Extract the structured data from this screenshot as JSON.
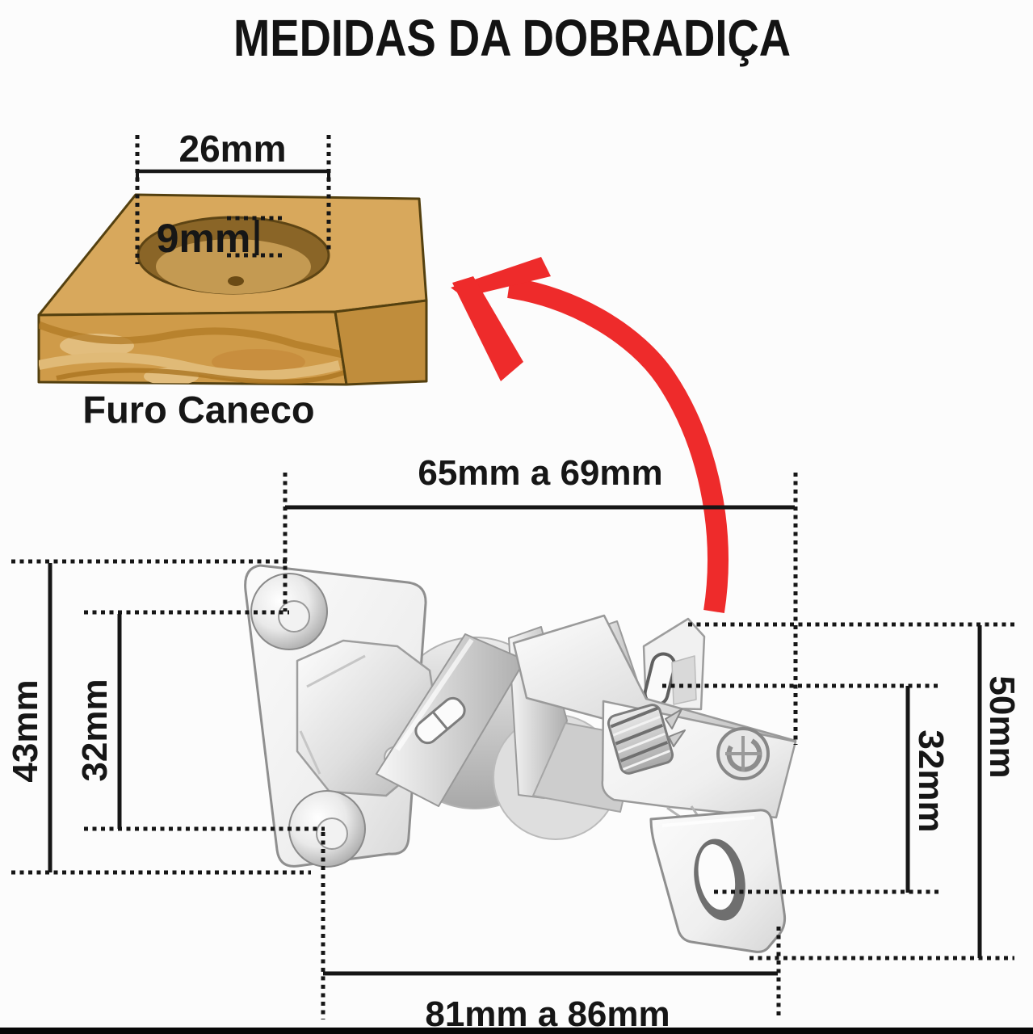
{
  "title": "MEDIDAS DA DOBRADIÇA",
  "cup_hole": {
    "label": "Furo Caneco",
    "diameter": "26mm",
    "depth": "9mm"
  },
  "hinge": {
    "length_top": "65mm a 69mm",
    "plate_height": "43mm",
    "plate_hole_spacing": "32mm",
    "mount_height": "50mm",
    "mount_hole_spacing": "32mm",
    "length_bottom": "81mm a 86mm"
  },
  "colors": {
    "ink": "#161616",
    "arrow_red": "#ee2b2b",
    "wood_top": "#d8a85c",
    "wood_front": "#cf9b49",
    "wood_side": "#c08d3c",
    "hole_wall": "#8a6527",
    "metal_light": "#f4f4f4",
    "metal_mid": "#c9c9c9",
    "background": "#fcfcfc"
  }
}
